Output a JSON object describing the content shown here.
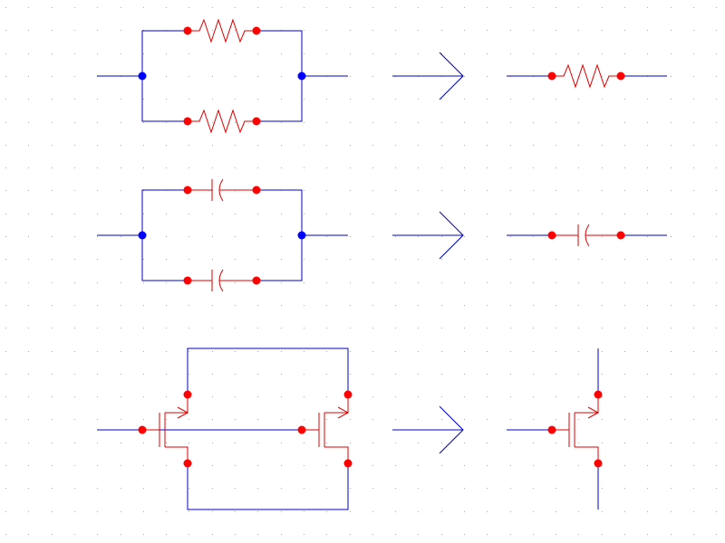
{
  "colors": {
    "background": "#ffffff",
    "grid_dot": "#a6a6a6",
    "wire": "#0000cc",
    "junction": "#0000ff",
    "component": "#dd0000",
    "pin": "#ff0000"
  },
  "grid": {
    "visible": true
  },
  "rows": [
    {
      "name": "resistors",
      "left_component": "resistor",
      "left_arrangement": "parallel-pair",
      "result_component": "resistor"
    },
    {
      "name": "capacitors",
      "left_component": "capacitor",
      "left_arrangement": "parallel-pair",
      "result_component": "capacitor"
    },
    {
      "name": "transistors",
      "left_component": "nmos-transistor",
      "left_arrangement": "parallel-pair",
      "result_component": "nmos-transistor"
    }
  ],
  "arrow_icon": "right-arrow-icon"
}
